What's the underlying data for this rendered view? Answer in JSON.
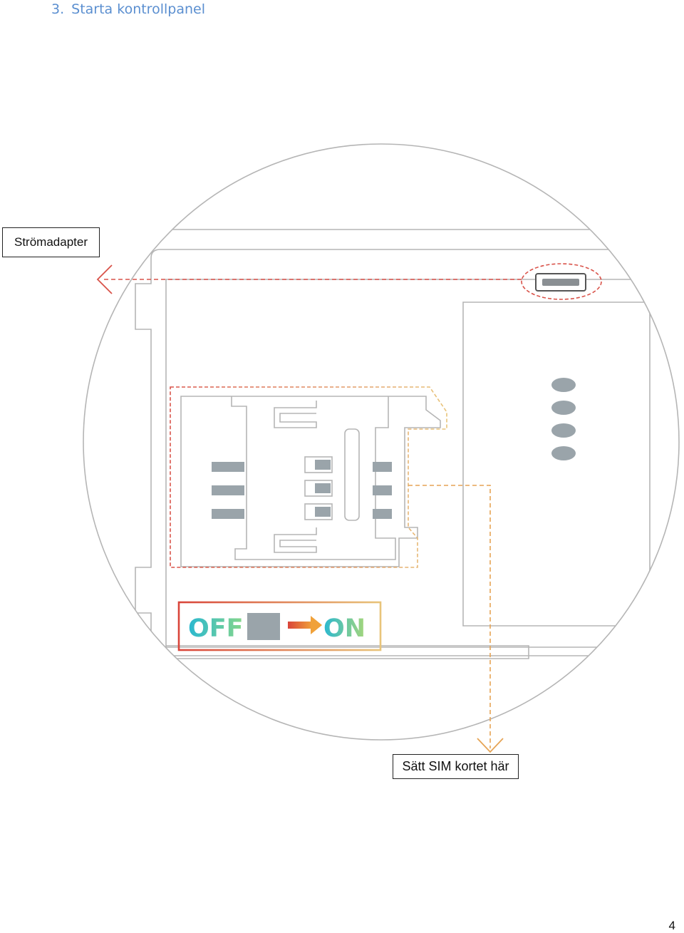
{
  "document": {
    "section_number": "3.",
    "section_title": "Starta kontrollpanel",
    "page_number": "4"
  },
  "figure": {
    "switch": {
      "off_label": "OFF",
      "on_label": "ON"
    },
    "callouts": {
      "power_adapter": "Strömadapter",
      "sim_card": "Sätt SIM kortet här"
    }
  },
  "colors": {
    "heading": "#5b8fd0",
    "line_gray": "#b5b5b5",
    "contact_gray": "#9aa4aa",
    "dash_red": "#d9534a",
    "dash_orange": "#e6a455",
    "dash_yellow": "#e8c47a",
    "off_gradient_start": "#2ab8d0",
    "off_gradient_end": "#7bd38a",
    "on_gradient_start": "#2ab8d0",
    "on_gradient_end": "#9bd37a"
  }
}
